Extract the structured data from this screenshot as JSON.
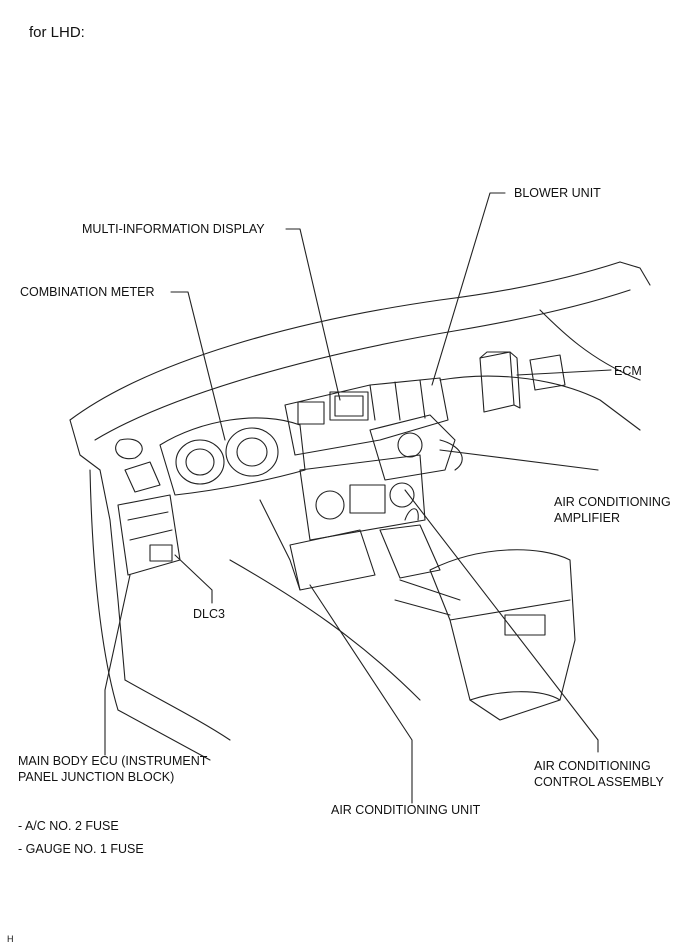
{
  "heading": "for LHD:",
  "labels": {
    "blower_unit": "BLOWER UNIT",
    "multi_info_display": "MULTI-INFORMATION DISPLAY",
    "combination_meter": "COMBINATION METER",
    "ecm": "ECM",
    "ac_amplifier_l1": "AIR CONDITIONING",
    "ac_amplifier_l2": "AMPLIFIER",
    "dlc3": "DLC3",
    "main_body_ecu_l1": "MAIN BODY ECU (INSTRUMENT",
    "main_body_ecu_l2": "PANEL JUNCTION BLOCK)",
    "ac_control_l1": "AIR CONDITIONING",
    "ac_control_l2": "CONTROL ASSEMBLY",
    "ac_unit": "AIR CONDITIONING UNIT"
  },
  "fuses": [
    "- A/C NO. 2 FUSE",
    "- GAUGE NO. 1 FUSE"
  ],
  "figure_mark": "H"
}
